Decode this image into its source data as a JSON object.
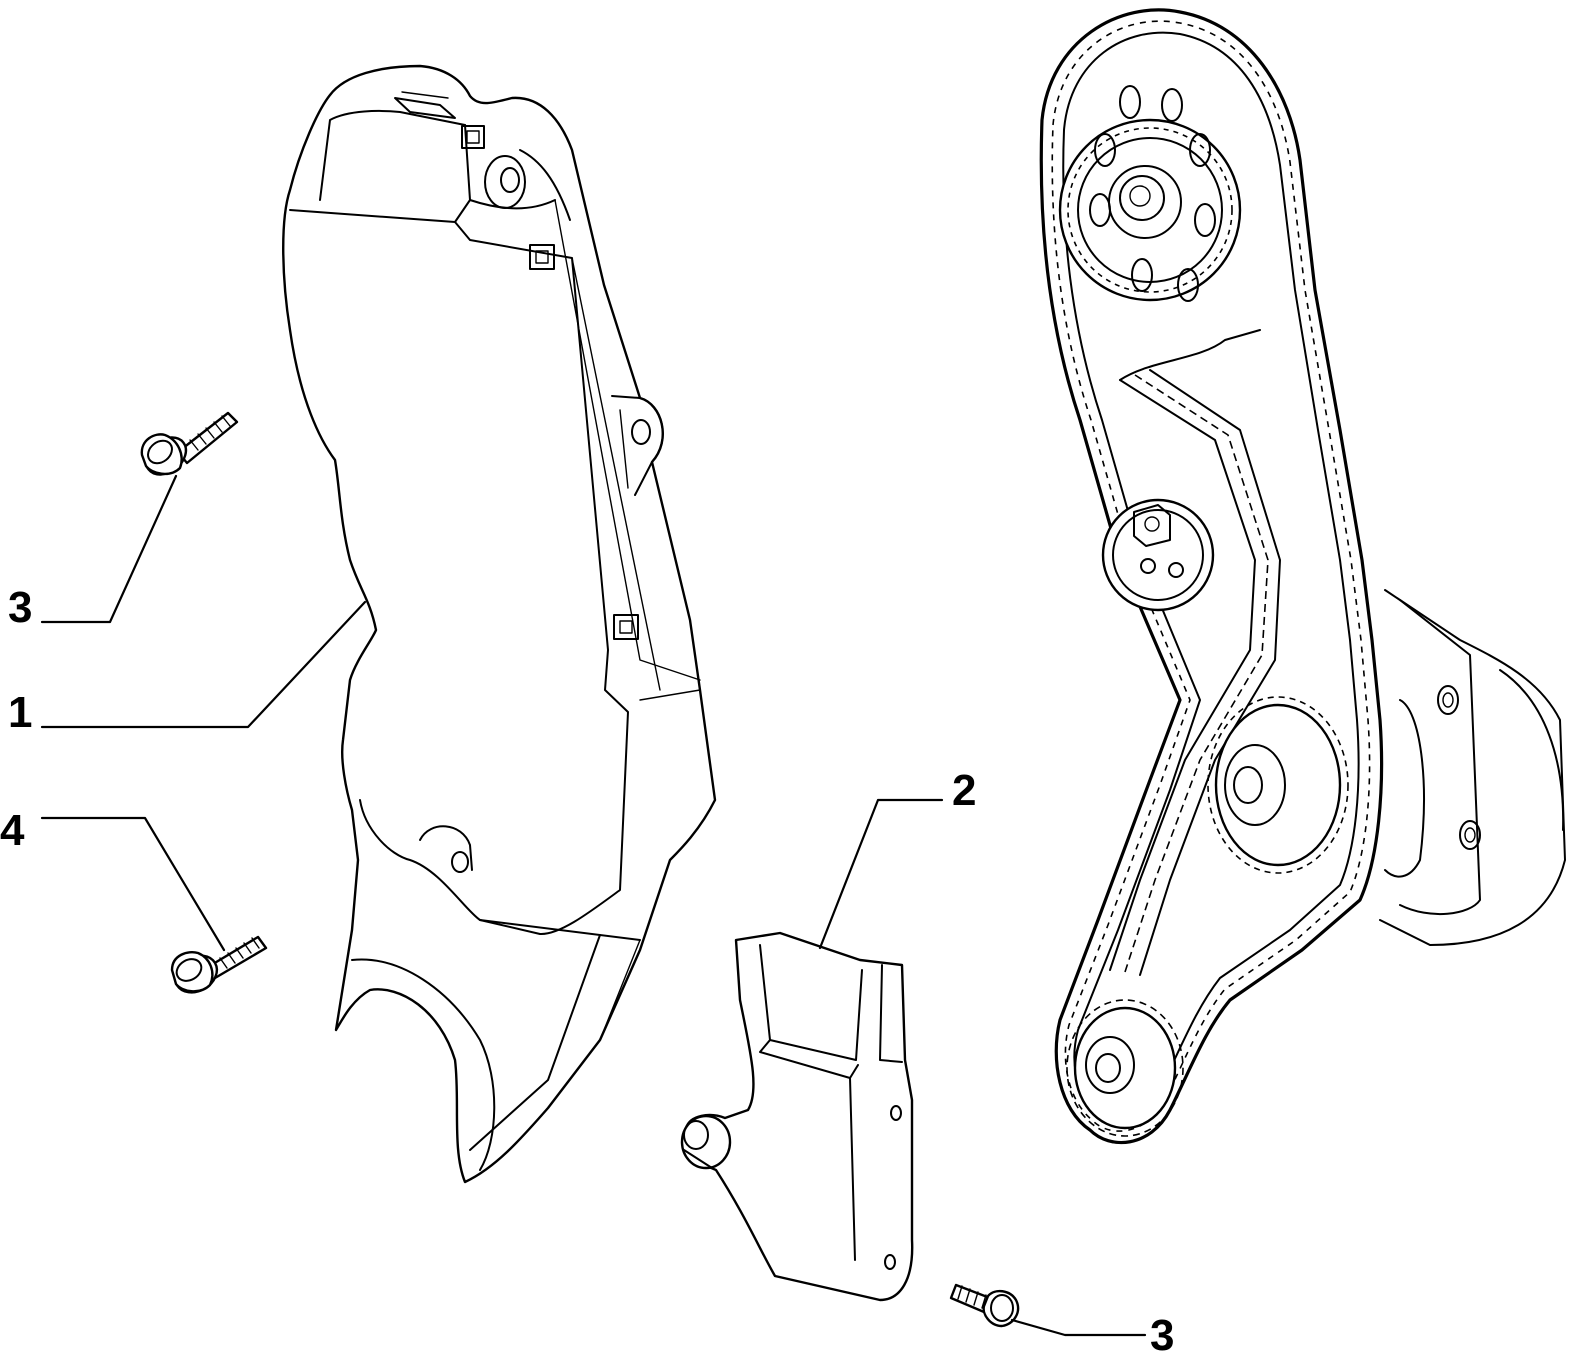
{
  "colors": {
    "ink": "#000000",
    "paper": "#ffffff"
  },
  "callouts": [
    {
      "id": "callout-3-top",
      "text": "3"
    },
    {
      "id": "callout-1",
      "text": "1"
    },
    {
      "id": "callout-4",
      "text": "4"
    },
    {
      "id": "callout-2",
      "text": "2"
    },
    {
      "id": "callout-3-bottom",
      "text": "3"
    }
  ]
}
